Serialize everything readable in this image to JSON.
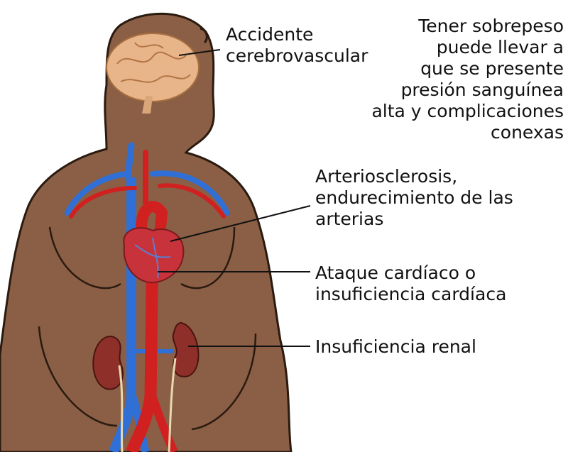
{
  "labels": {
    "stroke": {
      "line1": "Accidente",
      "line2": "cerebrovascular"
    },
    "intro": {
      "line1": "Tener sobrepeso",
      "line2": "puede llevar a",
      "line3": "que se presente",
      "line4": "presión sanguínea",
      "line5": "alta y complicaciones",
      "line6": "conexas"
    },
    "arteriosclerosis": {
      "line1": "Arteriosclerosis,",
      "line2": "endurecimiento de las",
      "line3": "arterias"
    },
    "heart": {
      "line1": "Ataque cardíaco o",
      "line2": "insuficiencia cardíaca"
    },
    "kidney": {
      "line1": "Insuficiencia renal"
    }
  },
  "colors": {
    "skin": "#8a5f45",
    "skin_outline": "#2a1a10",
    "artery": "#d02020",
    "vein": "#2f6fd6",
    "brain": "#e8b48a",
    "heart": "#c8323a",
    "kidney": "#8e2f2a"
  }
}
